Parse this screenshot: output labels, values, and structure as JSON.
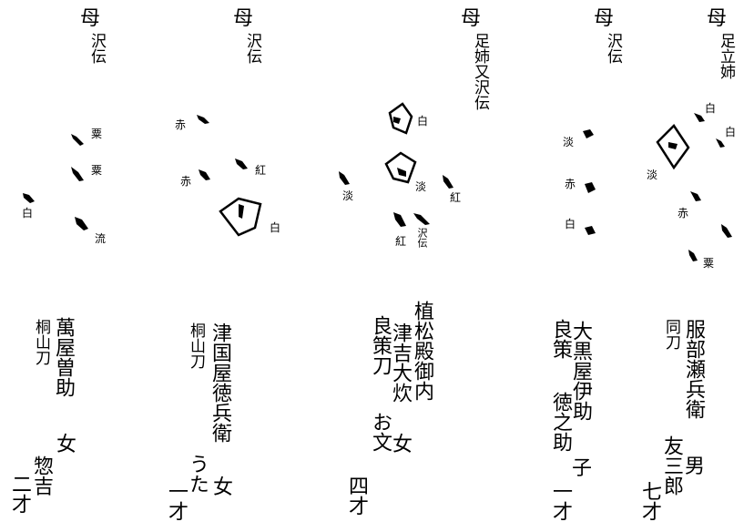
{
  "panels": [
    {
      "mother_label": "母",
      "source_text": "沢伝",
      "labels": [
        "粟",
        "粟",
        "白",
        "流"
      ],
      "person_text": "萬屋曽助",
      "alias_text": "桐山刀",
      "gender_text": "女",
      "child_name": "惣吉",
      "age_text": "二才"
    },
    {
      "mother_label": "母",
      "source_text": "沢伝",
      "labels": [
        "赤",
        "赤",
        "紅",
        "白"
      ],
      "person_text": "津国屋徳兵衛",
      "alias_text": "桐山刀",
      "child_name": "うた",
      "gender_text": "女",
      "age_text": "一才",
      "extra_text": "女"
    },
    {
      "mother_label": "母",
      "source_text": "足姉又沢伝",
      "labels": [
        "白",
        "淡",
        "淡",
        "紅",
        "紅",
        "沢伝"
      ],
      "person_line1": "植松殿御内",
      "person_line2": "津吉大炊",
      "alias_text": "良策刀",
      "child_name": "お文",
      "gender_text": "女",
      "age_text": "四才"
    },
    {
      "mother_label": "母",
      "source_text": "沢伝",
      "labels": [
        "淡",
        "赤",
        "白"
      ],
      "person_text": "大黒屋伊助",
      "alias_text": "良策",
      "child_name": "徳之助",
      "gender_text": "子",
      "age_text": "一才"
    },
    {
      "mother_label": "母",
      "source_text": "足立姉",
      "labels": [
        "白",
        "白",
        "淡",
        "赤",
        "粟"
      ],
      "person_text": "服部瀬兵衛",
      "alias_text": "同刀",
      "child_name": "友三郎",
      "gender_text": "男",
      "age_text": "七才"
    }
  ]
}
